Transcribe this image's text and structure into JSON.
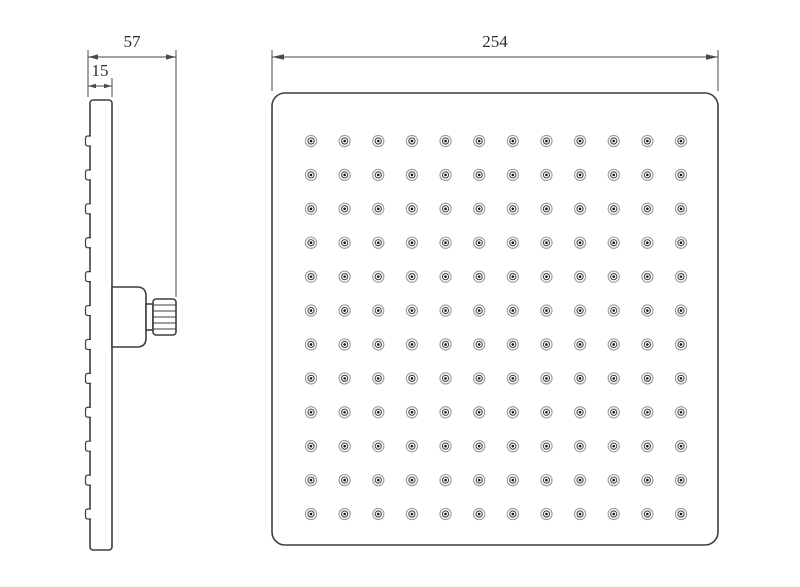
{
  "dimensions": {
    "side_total_depth": "57",
    "side_plate_thickness": "15",
    "front_width": "254"
  },
  "front_view": {
    "nozzle_rows": 12,
    "nozzle_cols": 12
  },
  "side_view": {
    "nozzle_bumps": 12
  },
  "colors": {
    "background": "#ffffff",
    "line": "#3f3f3f",
    "dim_line": "#4a4a4a",
    "nozzle_outer_ring": "#9b9b9b",
    "nozzle_mid_ring": "#4a4a4a",
    "nozzle_center": "#141414"
  }
}
